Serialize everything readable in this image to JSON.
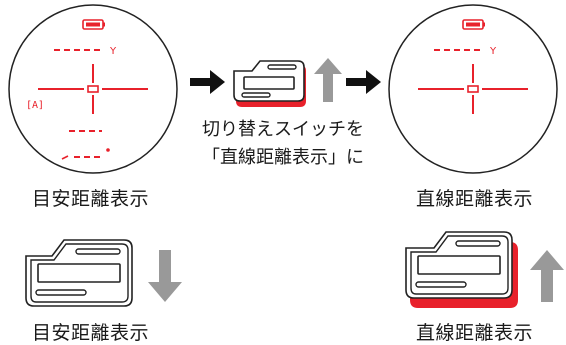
{
  "instruction": {
    "line1": "切り替えスイッチを",
    "line2": "「直線距離表示」に"
  },
  "labels": {
    "left_scope": "目安距離表示",
    "right_scope": "直線距離表示",
    "left_switch": "目安距離表示",
    "right_switch": "直線距離表示"
  },
  "scope_left": {
    "y_marker": "Y",
    "dist_marker": "‐",
    "icon_text": "[A]"
  },
  "scope_right": {
    "y_marker": "Y"
  },
  "colors": {
    "reticle_red": "#e8212b",
    "switch_red": "#e8212b",
    "arrow_black": "#111111",
    "arrow_gray": "#999999",
    "outline": "#222222"
  },
  "icons": [
    "right-arrow-icon",
    "up-arrow-icon",
    "down-arrow-icon",
    "switch-icon",
    "battery-icon"
  ]
}
